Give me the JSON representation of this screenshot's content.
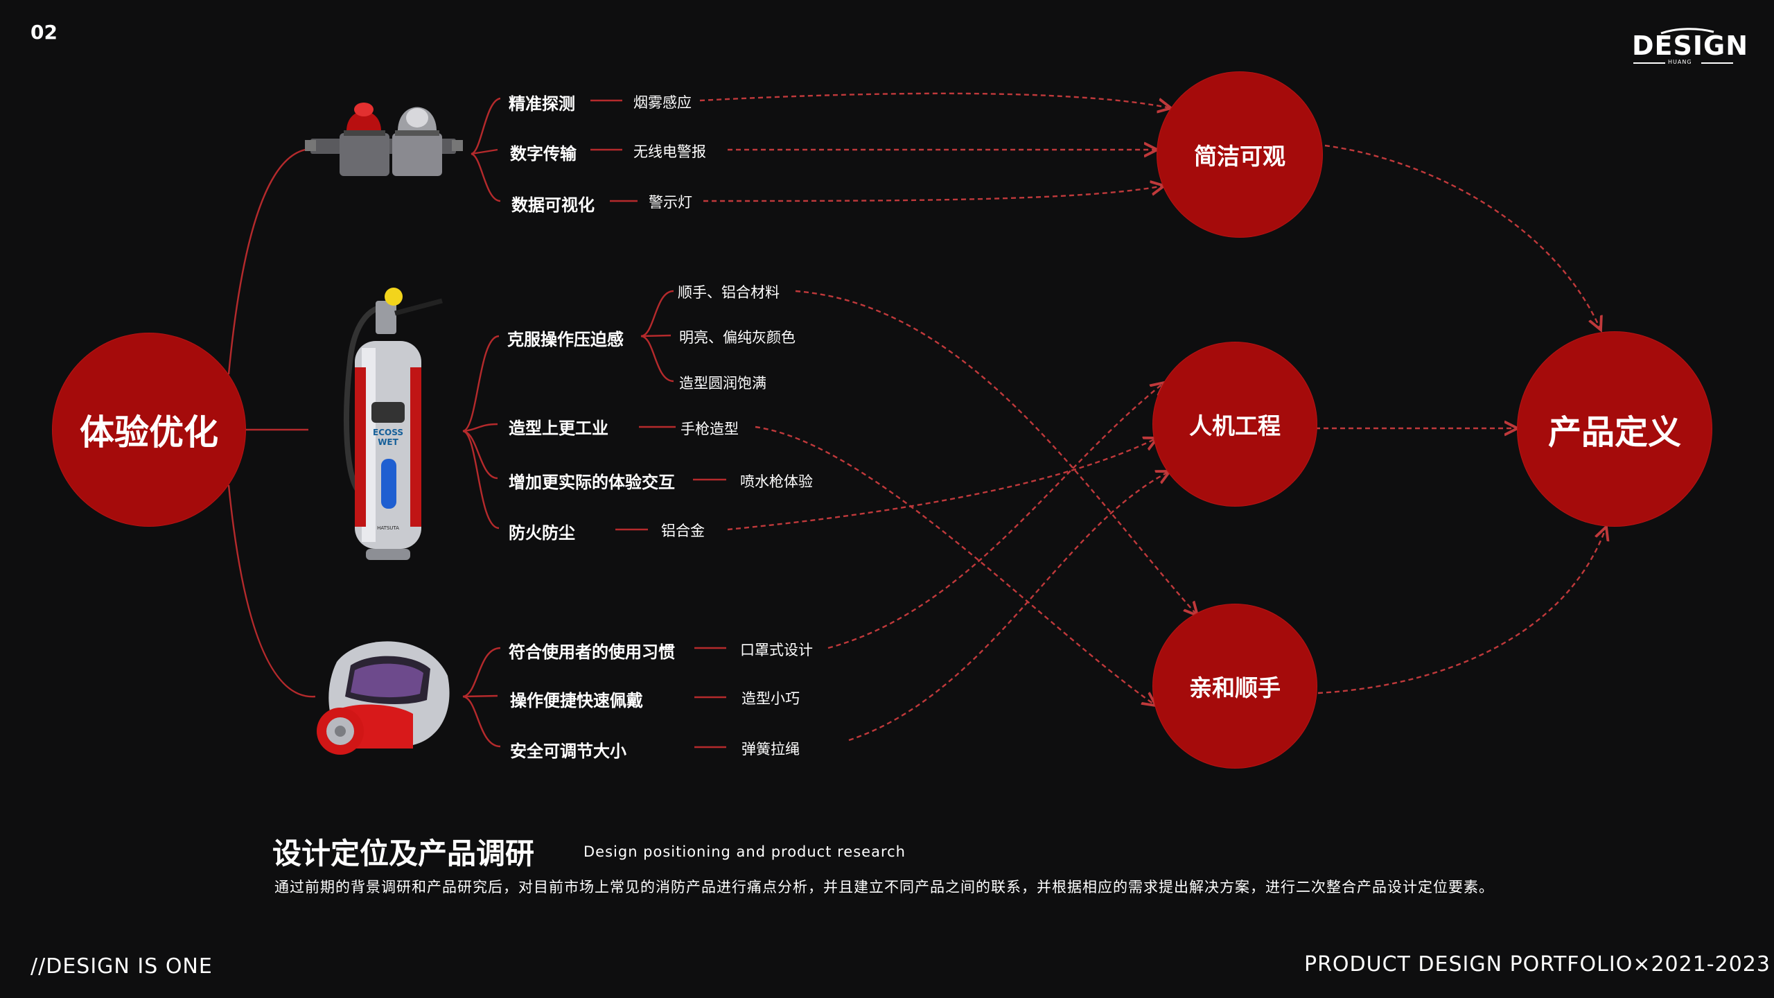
{
  "page_number": "02",
  "logo": {
    "main": "DESIGN",
    "sub": "HUANG"
  },
  "nodes": {
    "root": "体验优化",
    "concise": "简洁可观",
    "ergonomics": "人机工程",
    "friendly": "亲和顺手",
    "definition": "产品定义"
  },
  "groups": [
    {
      "product": "alarm-light-icon",
      "items": [
        {
          "label": "精准探测",
          "features": [
            "烟雾感应"
          ]
        },
        {
          "label": "数字传输",
          "features": [
            "无线电警报"
          ]
        },
        {
          "label": "数据可视化",
          "features": [
            "警示灯"
          ]
        }
      ]
    },
    {
      "product": "fire-extinguisher-icon",
      "product_text": {
        "brand": "ECOSS",
        "type": "WET",
        "maker": "HATSUTA"
      },
      "items": [
        {
          "label": "克服操作压迫感",
          "features": [
            "顺手、铝合材料",
            "明亮、偏纯灰颜色",
            "造型圆润饱满"
          ]
        },
        {
          "label": "造型上更工业",
          "features": [
            "手枪造型"
          ]
        },
        {
          "label": "增加更实际的体验交互",
          "features": [
            "喷水枪体验"
          ]
        },
        {
          "label": "防火防尘",
          "features": [
            "铝合金"
          ]
        }
      ]
    },
    {
      "product": "escape-hood-icon",
      "items": [
        {
          "label": "符合使用者的使用习惯",
          "features": [
            "口罩式设计"
          ]
        },
        {
          "label": "操作便捷快速佩戴",
          "features": [
            "造型小巧"
          ]
        },
        {
          "label": "安全可调节大小",
          "features": [
            "弹簧拉绳"
          ]
        }
      ]
    }
  ],
  "title": "设计定位及产品调研",
  "subtitle": "Design positioning and product research",
  "description": "通过前期的背景调研和产品研究后，对目前市场上常见的消防产品进行痛点分析，并且建立不同产品之间的联系，并根据相应的需求提出解决方案，进行二次整合产品设计定位要素。",
  "footer_left": "//DESIGN IS ONE",
  "footer_right": "PRODUCT DESIGN PORTFOLIO×2021-2023",
  "colors": {
    "background": "#0e0e0f",
    "node_red": "#a50b0b",
    "line_red": "#c0393b"
  }
}
